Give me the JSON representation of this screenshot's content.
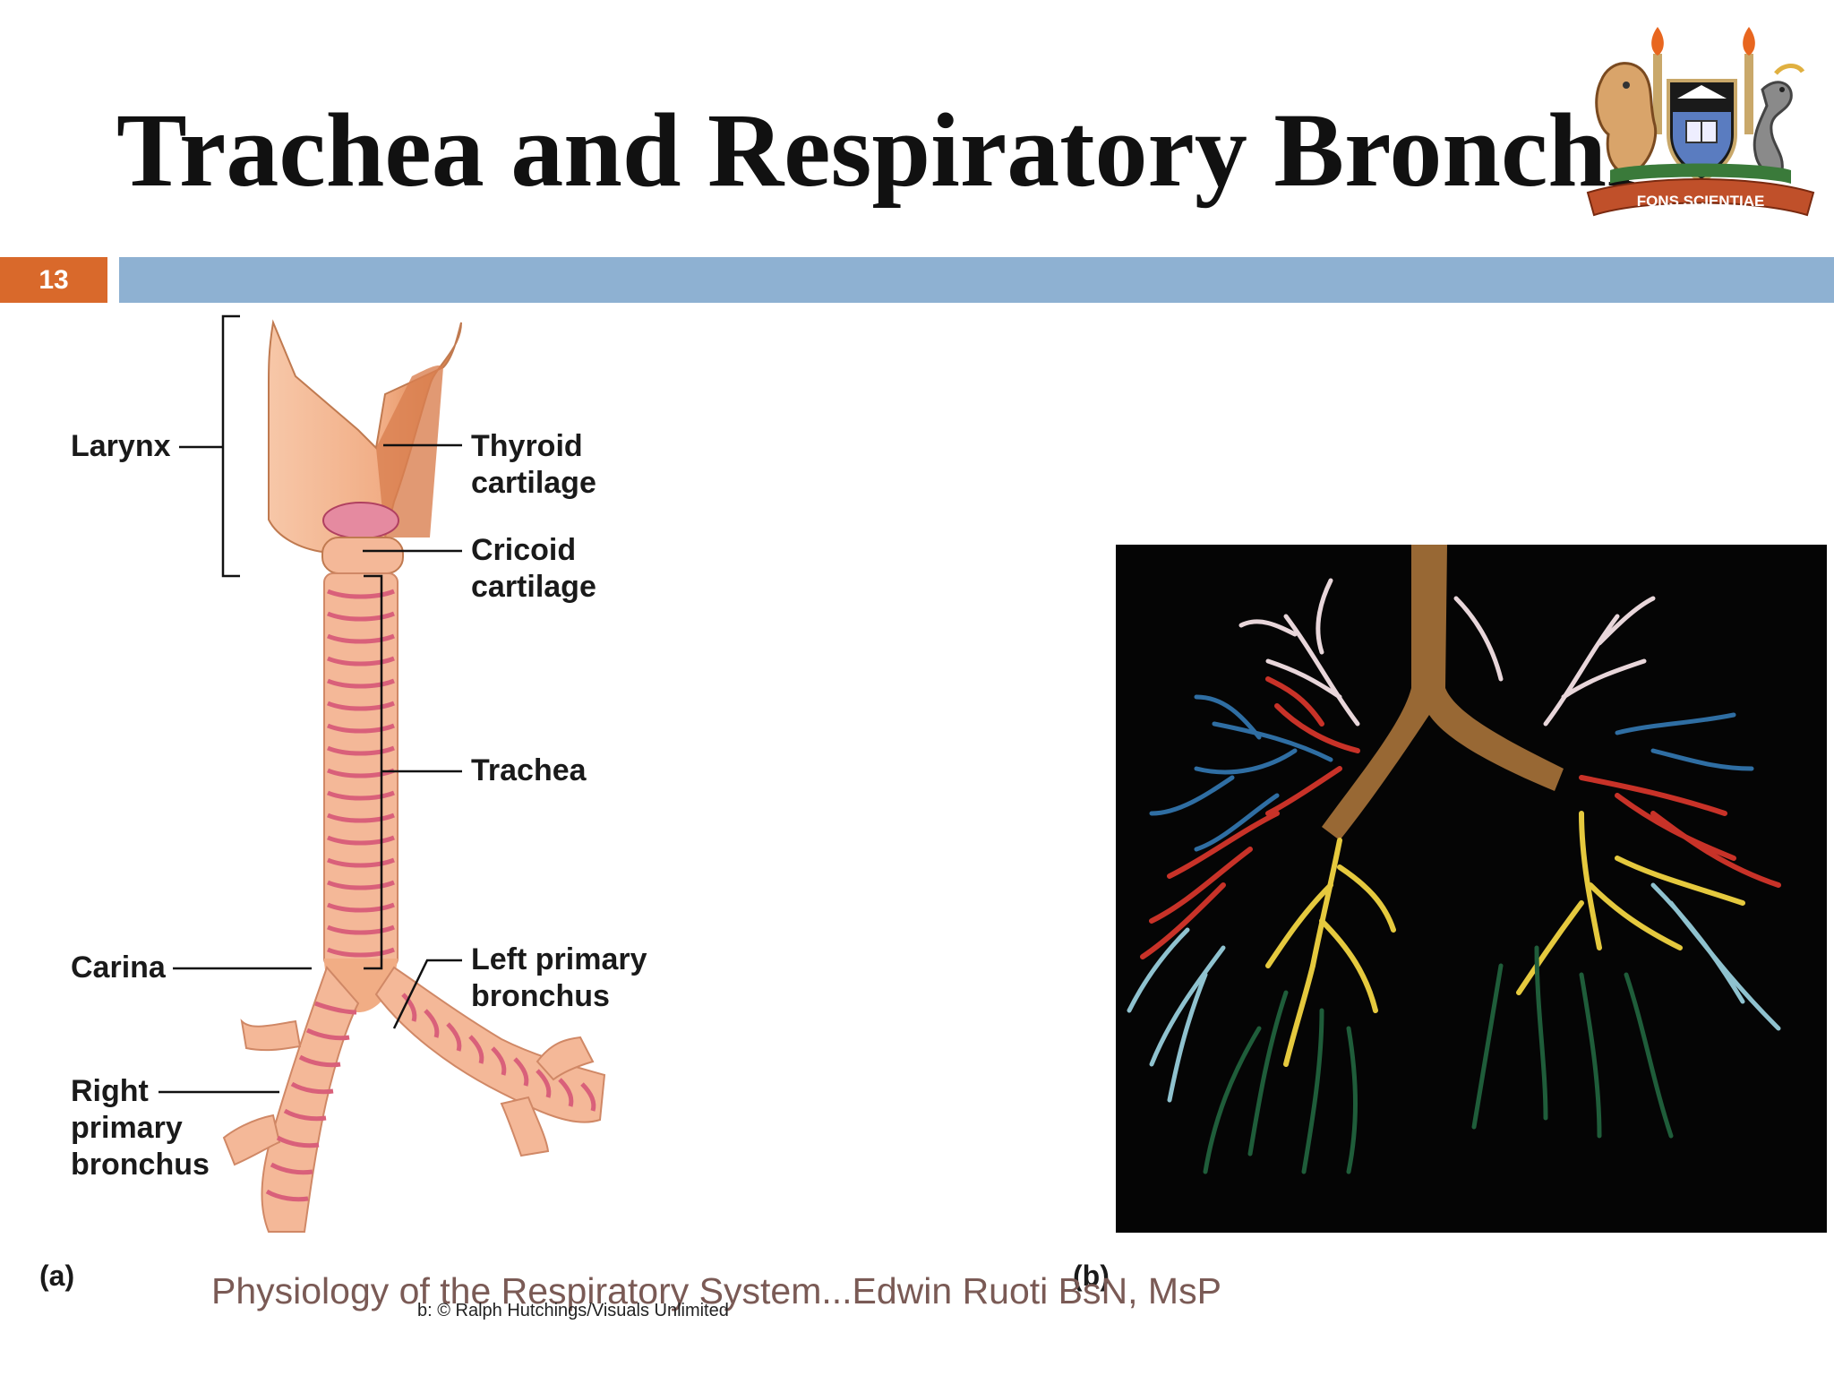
{
  "slide": {
    "title": "Trachea and Respiratory Bronchi",
    "number": "13",
    "footer": "Physiology of the Respiratory System...Edwin Ruoti BsN, MsP",
    "credit": "b: © Ralph Hutchings/Visuals Unlimited",
    "crest_motto": "FONS SCIENTIAE"
  },
  "diagram": {
    "panel_a": "(a)",
    "panel_b": "(b)",
    "labels": {
      "larynx": "Larynx",
      "thyroid_1": "Thyroid",
      "thyroid_2": "cartilage",
      "cricoid_1": "Cricoid",
      "cricoid_2": "cartilage",
      "trachea": "Trachea",
      "carina": "Carina",
      "left_1": "Left primary",
      "left_2": "bronchus",
      "right_1": "Right",
      "right_2": "primary",
      "right_3": "bronchus"
    }
  },
  "colors": {
    "slide_number_box": "#d9692b",
    "title_bar": "#8eb1d2",
    "footer_text": "#7a5a55",
    "cartilage": "#f4b898",
    "cartilage_rings": "#d9607a"
  }
}
